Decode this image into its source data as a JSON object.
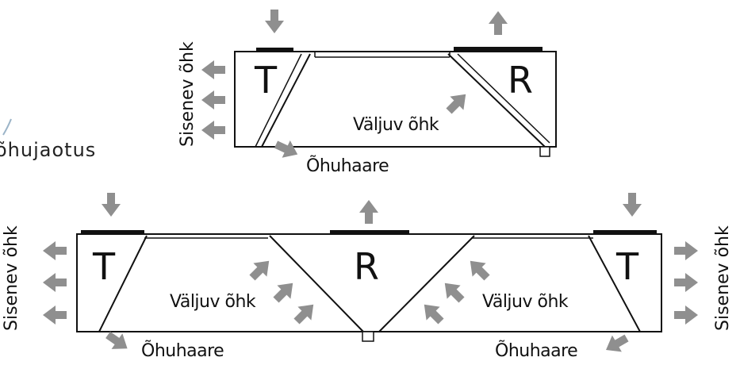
{
  "caption": "õhujaotus",
  "top_unit": {
    "left_label": "T",
    "right_label": "R",
    "exhaust_air": "Väljuv õhk",
    "air_gap": "Õhuhaare",
    "supply_air_vertical": "Sisenev õhk"
  },
  "bottom_unit": {
    "left_label": "T",
    "center_label": "R",
    "right_label": "T",
    "exhaust_air_left": "Väljuv õhk",
    "exhaust_air_right": "Väljuv õhk",
    "air_gap_left": "Õhuhaare",
    "air_gap_right": "Õhuhaare",
    "supply_air_left_vertical": "Sisenev õhk",
    "supply_air_right_vertical": "Sisenev õhk"
  },
  "colors": {
    "line": "#111111",
    "arrow": "#8f8f8f",
    "plate": "#111111"
  }
}
